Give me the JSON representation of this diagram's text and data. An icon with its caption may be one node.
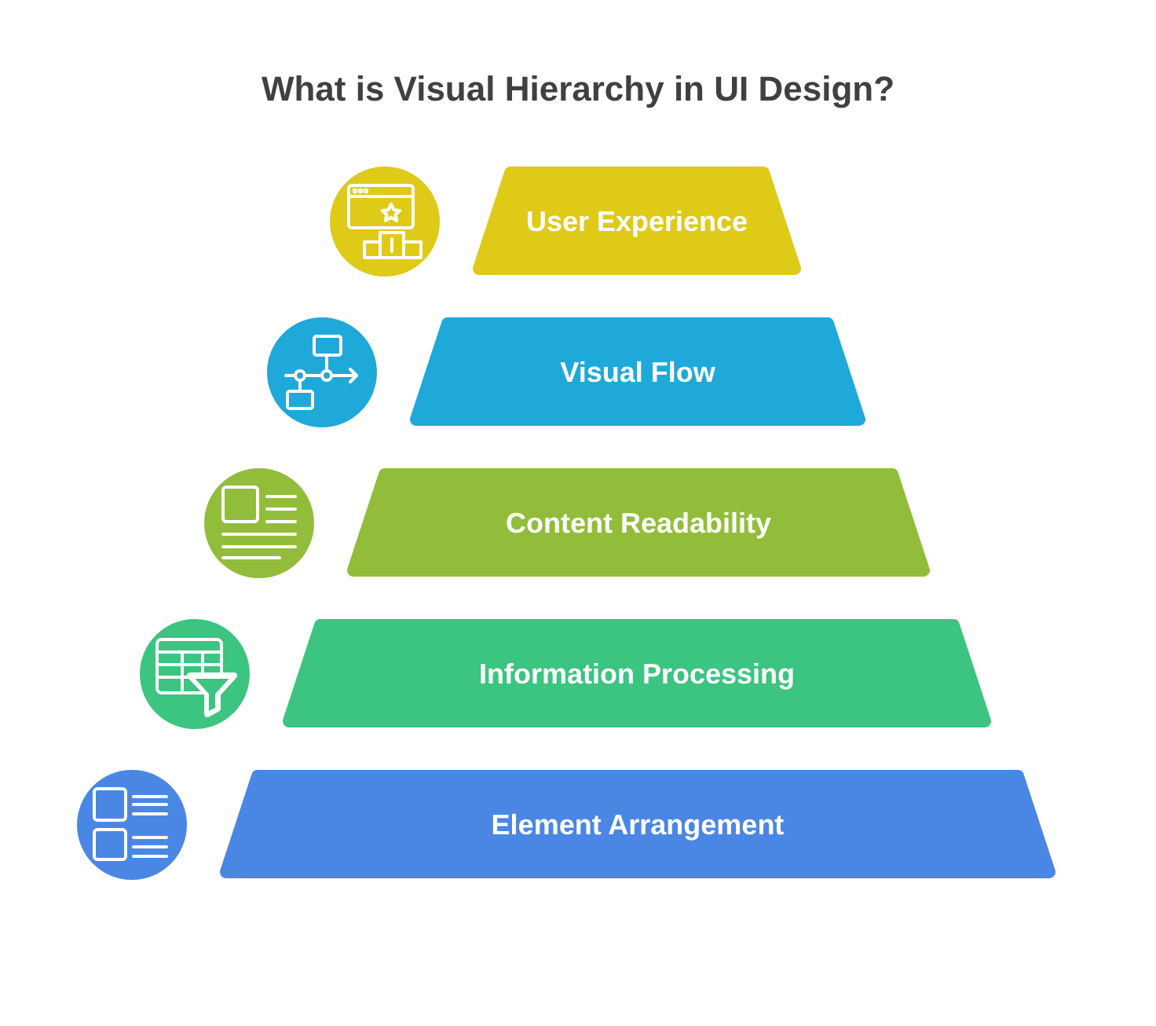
{
  "diagram": {
    "title": "What is Visual Hierarchy in UI Design?",
    "nodes": [
      {
        "text": [
          "User Experience"
        ]
      },
      {
        "text": [
          "Visual Flow"
        ]
      },
      {
        "text": [
          "Content Readability"
        ]
      },
      {
        "text": [
          "Information Processing"
        ]
      },
      {
        "text": [
          "Element Arrangement"
        ]
      }
    ]
  }
}
